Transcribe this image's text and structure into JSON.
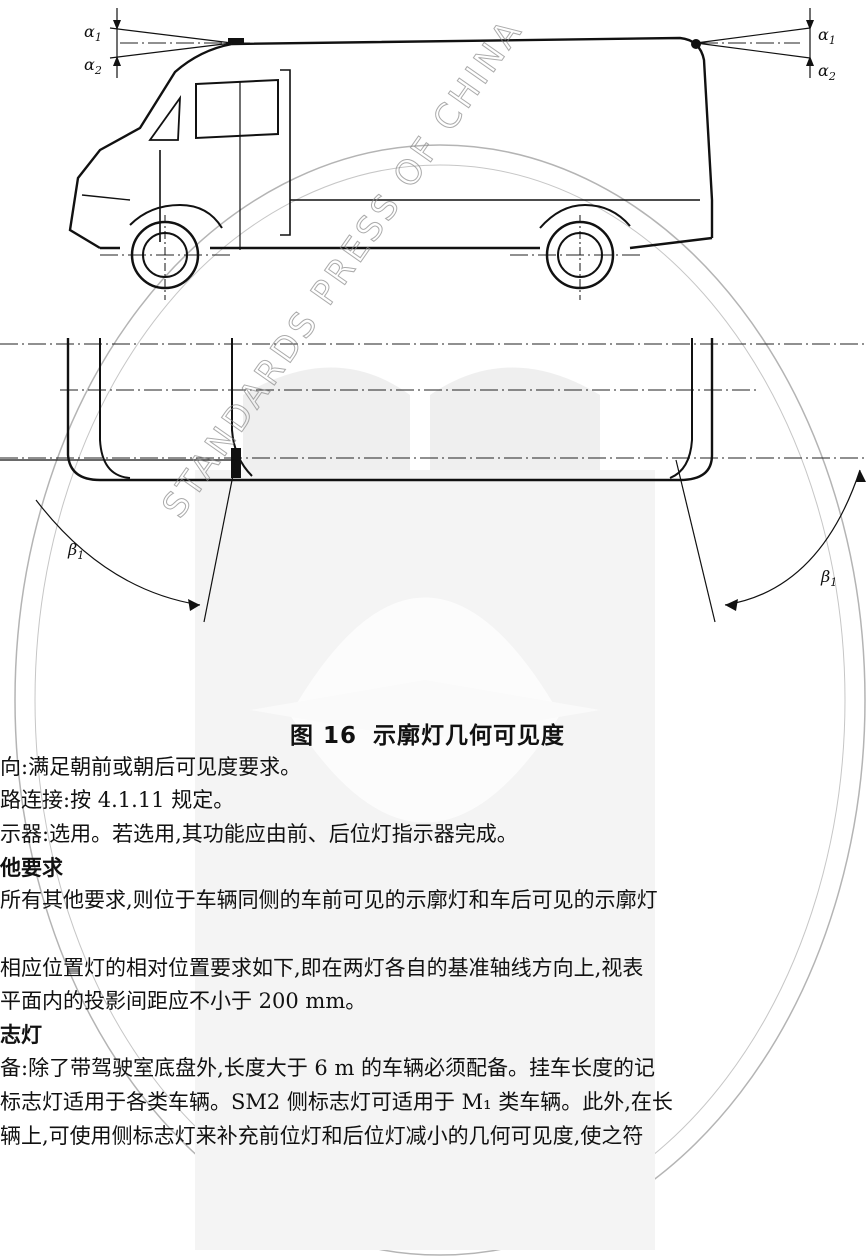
{
  "figure": {
    "caption_num": "图 16",
    "caption_text": "示廓灯几何可见度",
    "labels": {
      "alpha1": "α",
      "alpha2": "α",
      "beta1": "β",
      "sub1": "1",
      "sub2": "2"
    },
    "watermark_text": "STANDARDS PRESS OF CHINA"
  },
  "body": {
    "lines": [
      "向:满足朝前或朝后可见度要求。",
      "路连接:按 4.1.11 规定。",
      "示器:选用。若选用,其功能应由前、后位灯指示器完成。",
      "他要求",
      "所有其他要求,则位于车辆同侧的车前可见的示廓灯和车后可见的示廓灯",
      "相应位置灯的相对位置要求如下,即在两灯各自的基准轴线方向上,视表",
      "平面内的投影间距应不小于 200 mm。",
      "志灯",
      "备:除了带驾驶室底盘外,长度大于 6 m 的车辆必须配备。挂车长度的记",
      "标志灯适用于各类车辆。SM2 侧标志灯可适用于 M₁ 类车辆。此外,在长",
      "辆上,可使用侧标志灯来补充前位灯和后位灯减小的几何可见度,使之符"
    ]
  }
}
